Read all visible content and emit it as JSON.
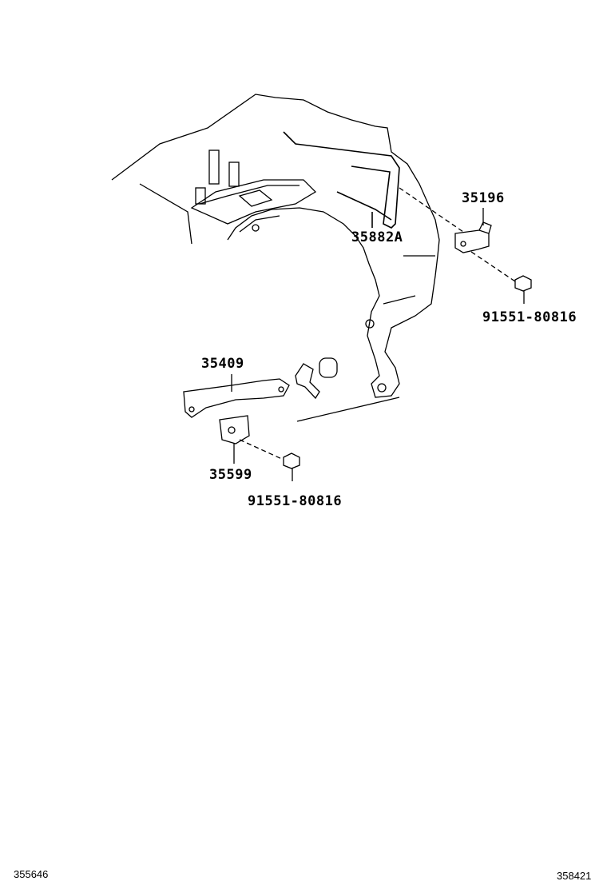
{
  "parts": [
    {
      "id": "35196"
    },
    {
      "id": "35882A"
    },
    {
      "id": "91551-80816"
    },
    {
      "id": "35409"
    },
    {
      "id": "35599"
    },
    {
      "id": "91551-80816"
    }
  ],
  "footer": {
    "left_code": "355646",
    "right_code": "358421"
  }
}
